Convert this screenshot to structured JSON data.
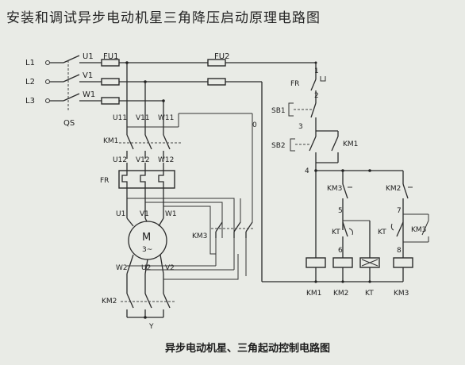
{
  "title": "安装和调试异步电动机星三角降压启动原理电路图",
  "caption": "异步电动机星、三角起动控制电路图",
  "diagram": {
    "lines": [
      "L1",
      "L2",
      "L3"
    ],
    "switch": "QS",
    "phases_in": [
      "U1",
      "V1",
      "W1"
    ],
    "fuse_main": "FU1",
    "fuse_ctrl": "FU2",
    "phases_km1_top": [
      "U11",
      "V11",
      "W11"
    ],
    "km1": "KM1",
    "phases_km1_bottom": [
      "U12",
      "V12",
      "W12"
    ],
    "fr": "FR",
    "motor_top": [
      "U1",
      "V1",
      "W1"
    ],
    "motor_symbol": "M",
    "motor_phase": "3~",
    "motor_bottom": [
      "W2",
      "U2",
      "V2"
    ],
    "km3": "KM3",
    "km2": "KM2",
    "star_point": "Y",
    "node0": "0",
    "ctrl": {
      "fr_label": "FR",
      "n1": "1",
      "n2": "2",
      "sb1": "SB1",
      "n3": "3",
      "sb2": "SB2",
      "km1_hold": "KM1",
      "n4": "4",
      "km3_nc": "KM3",
      "km2_nc": "KM2",
      "n5": "5",
      "n7": "7",
      "kt_a": "KT",
      "kt_b": "KT",
      "km3_hold": "KM3",
      "n6": "6",
      "n8": "8",
      "coils": [
        "KM1",
        "KM2",
        "KT",
        "KM3"
      ]
    }
  }
}
